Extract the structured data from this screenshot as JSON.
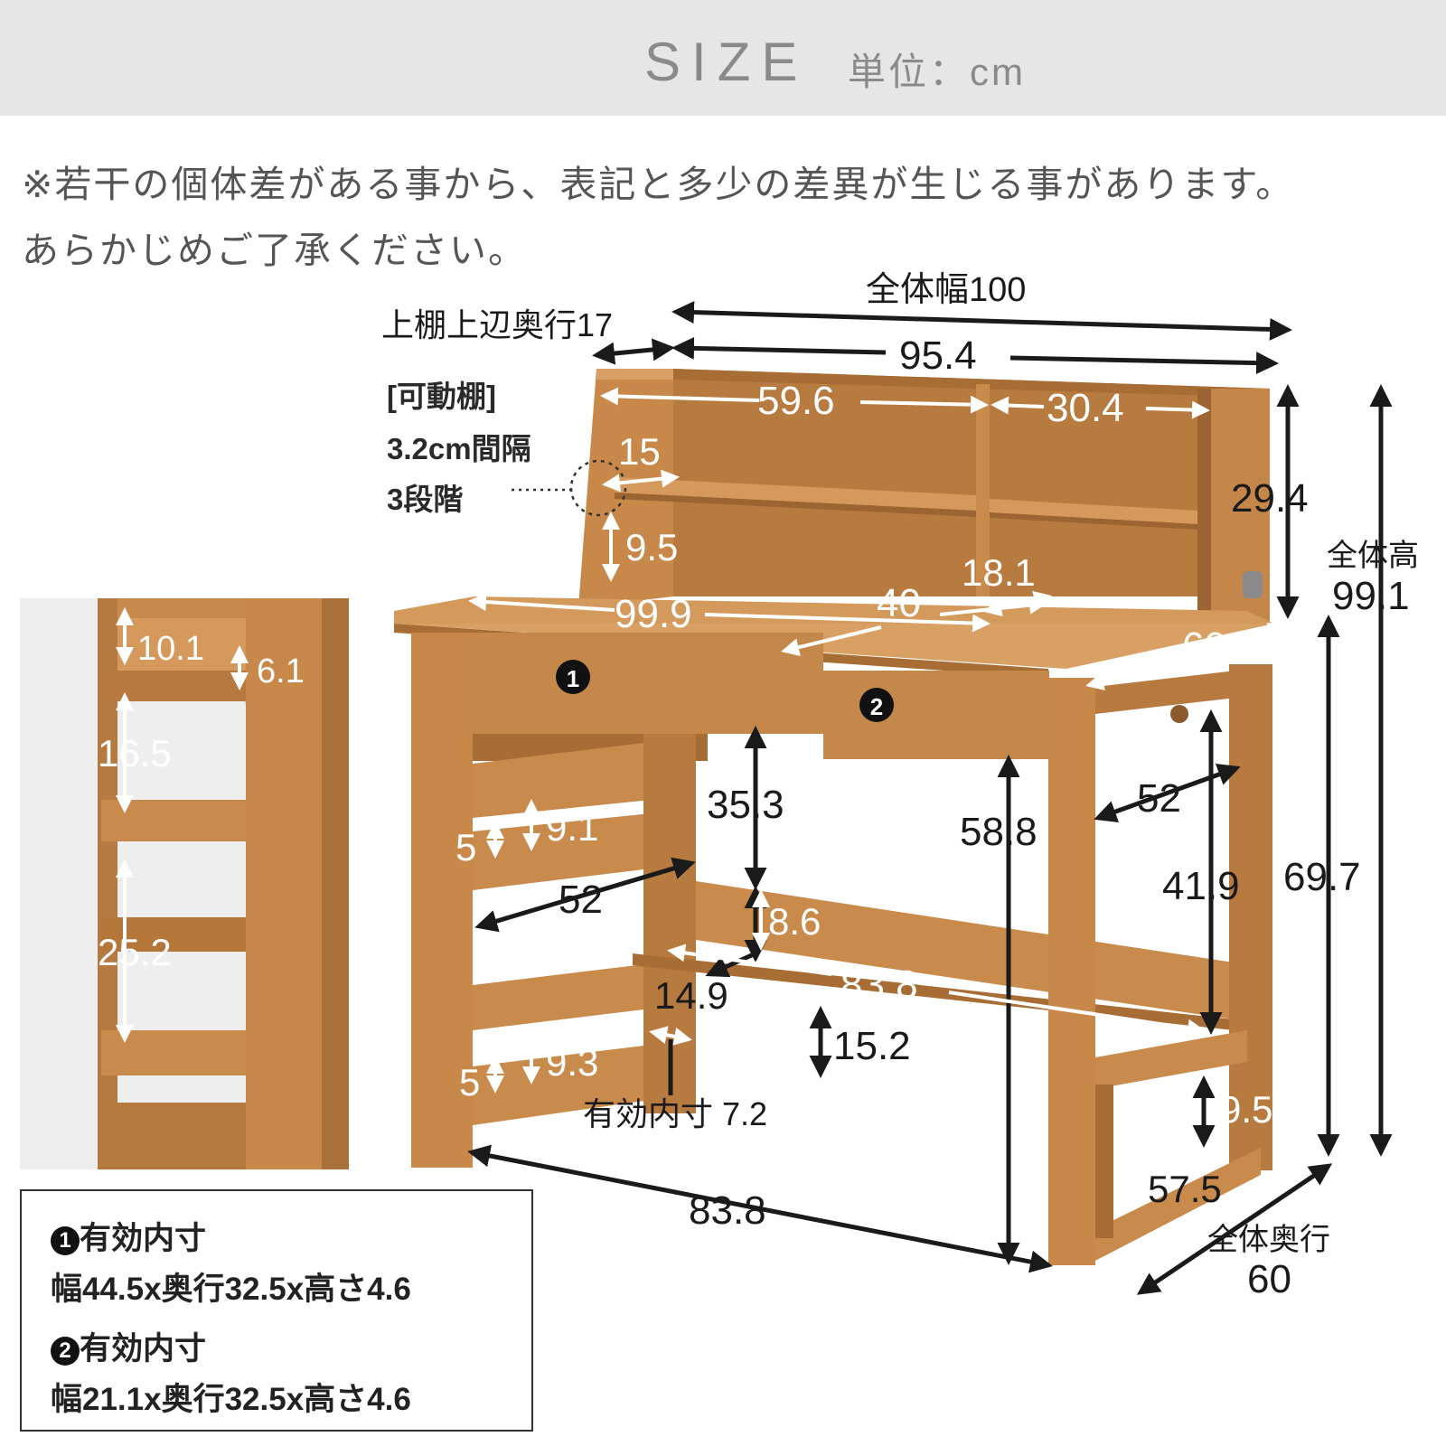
{
  "header": {
    "title": "SIZE",
    "unit": "単位：cm"
  },
  "notes": [
    "※若干の個体差がある事から、表記と多少の差異が生じる事があります。",
    "あらかじめご了承ください。"
  ],
  "shelf_note": {
    "title": "[可動棚]",
    "interval": "3.2cm間隔",
    "steps": "3段階"
  },
  "dimensions": {
    "overall_width": "全体幅100",
    "top_shelf_depth": "上棚上辺奥行17",
    "d95_4": "95.4",
    "d59_6": "59.6",
    "d30_4": "30.4",
    "d15": "15",
    "d29_4": "29.4",
    "overall_height_label": "全体高",
    "overall_height_value": "99.1",
    "d9_5_top": "9.5",
    "d18_1": "18.1",
    "d99_9": "99.9",
    "d40": "40",
    "d60_top": "60",
    "d35_3": "35.3",
    "d58_8": "58.8",
    "d52_right": "52",
    "d41_9": "41.9",
    "d69_7": "69.7",
    "d9_1": "9.1",
    "d5_upper": "5",
    "d52_left": "52",
    "d8_6": "8.6",
    "d83_8_mid": "83.8",
    "d14_9": "14.9",
    "d15_2": "15.2",
    "d9_3": "9.3",
    "d5_lower": "5",
    "effective_inner": "有効内寸 7.2",
    "d9_5_bottom": "9.5",
    "d57_5": "57.5",
    "d83_8_bottom": "83.8",
    "overall_depth_label": "全体奥行",
    "overall_depth_value": "60",
    "inset_10_1": "10.1",
    "inset_6_1": "6.1",
    "inset_16_5": "16.5",
    "inset_25_2": "25.2",
    "drawer1_badge": "1",
    "drawer2_badge": "2"
  },
  "legend": {
    "item1_title": "有効内寸",
    "item1_dims": "幅44.5x奥行32.5x高さ4.6",
    "item2_title": "有効内寸",
    "item2_dims": "幅21.1x奥行32.5x高さ4.6"
  },
  "colors": {
    "wood": "#c08448",
    "wood_dark": "#9c6431",
    "wood_light": "#d49a5c",
    "header_bg": "#e6e6e6"
  }
}
